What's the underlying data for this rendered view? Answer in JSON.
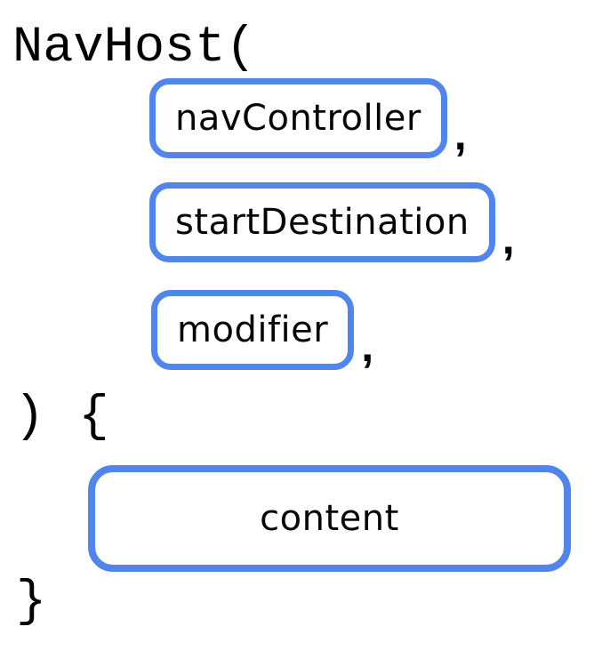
{
  "accent_color": "#5086EC",
  "text_color": "#000000",
  "background_color": "#ffffff",
  "code": {
    "function_open": "NavHost(",
    "body_open": ") {",
    "body_close": "}"
  },
  "params": [
    {
      "label": "navController",
      "separator": ","
    },
    {
      "label": "startDestination",
      "separator": ","
    },
    {
      "label": "modifier",
      "separator": ","
    }
  ],
  "content_block": {
    "label": "content"
  }
}
